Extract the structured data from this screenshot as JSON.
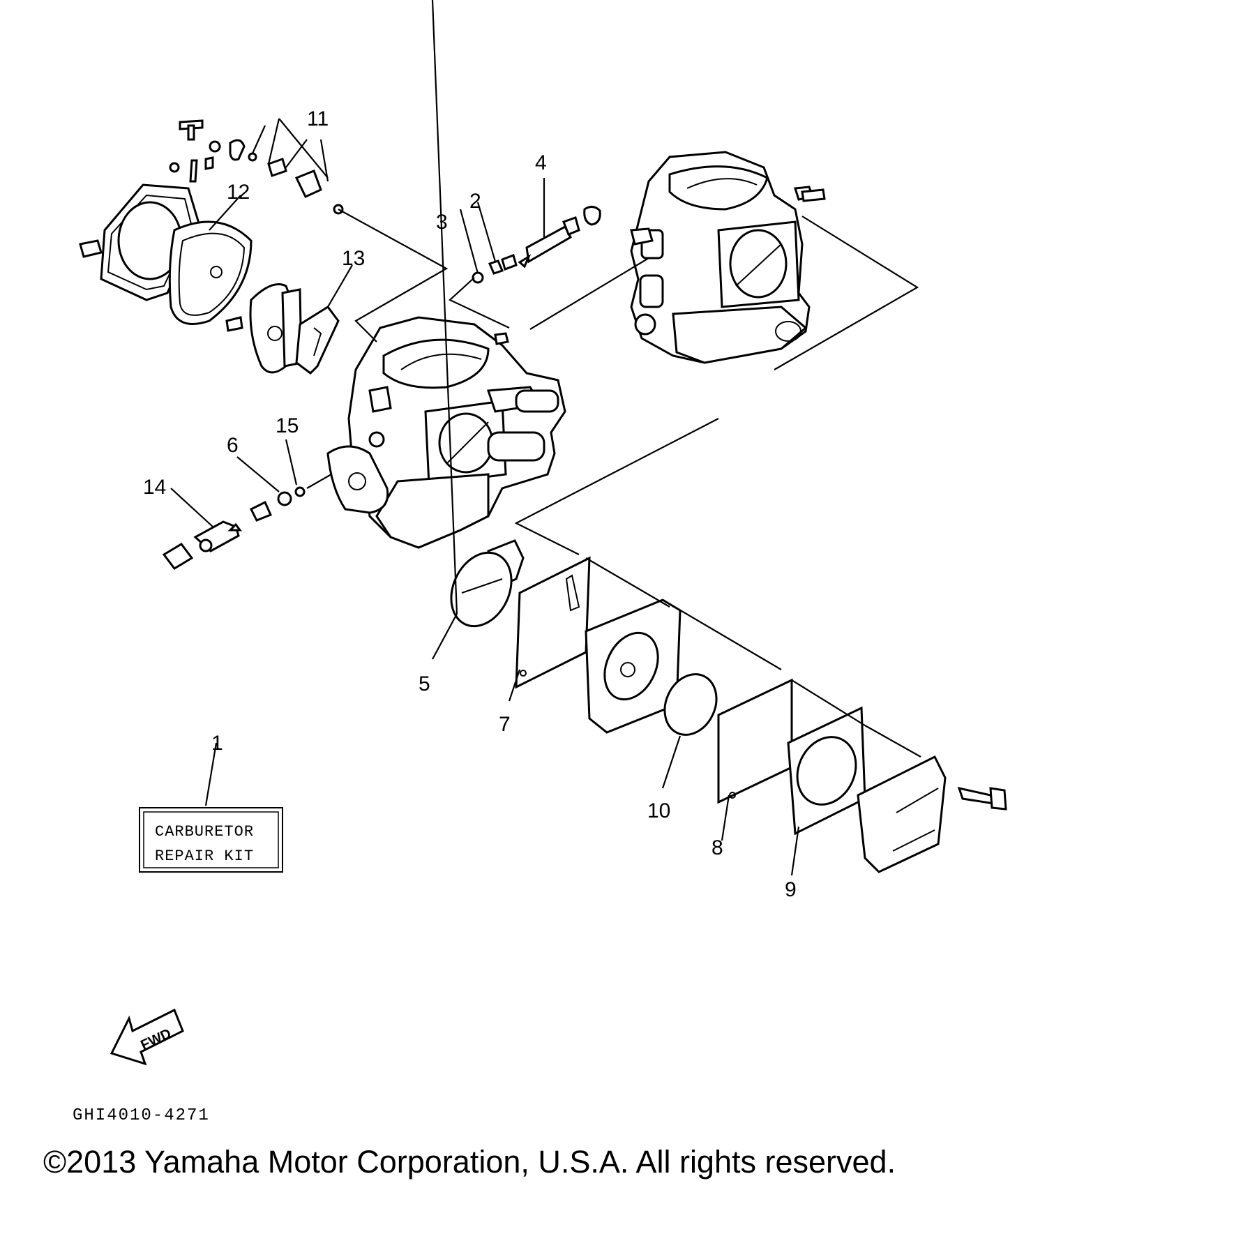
{
  "callouts": [
    {
      "id": "1",
      "text": "1"
    },
    {
      "id": "2",
      "text": "2"
    },
    {
      "id": "3",
      "text": "3"
    },
    {
      "id": "4",
      "text": "4"
    },
    {
      "id": "5",
      "text": "5"
    },
    {
      "id": "6",
      "text": "6"
    },
    {
      "id": "7",
      "text": "7"
    },
    {
      "id": "8",
      "text": "8"
    },
    {
      "id": "9",
      "text": "9"
    },
    {
      "id": "10",
      "text": "10"
    },
    {
      "id": "11",
      "text": "11"
    },
    {
      "id": "12",
      "text": "12"
    },
    {
      "id": "13",
      "text": "13"
    },
    {
      "id": "14",
      "text": "14"
    },
    {
      "id": "15",
      "text": "15"
    }
  ],
  "repair_kit": {
    "line1": "CARBURETOR",
    "line2": "REPAIR KIT"
  },
  "direction": {
    "label": "FWD"
  },
  "diagram_code": "GHI4010-4271",
  "copyright": "©2013 Yamaha Motor Corporation, U.S.A. All rights reserved."
}
